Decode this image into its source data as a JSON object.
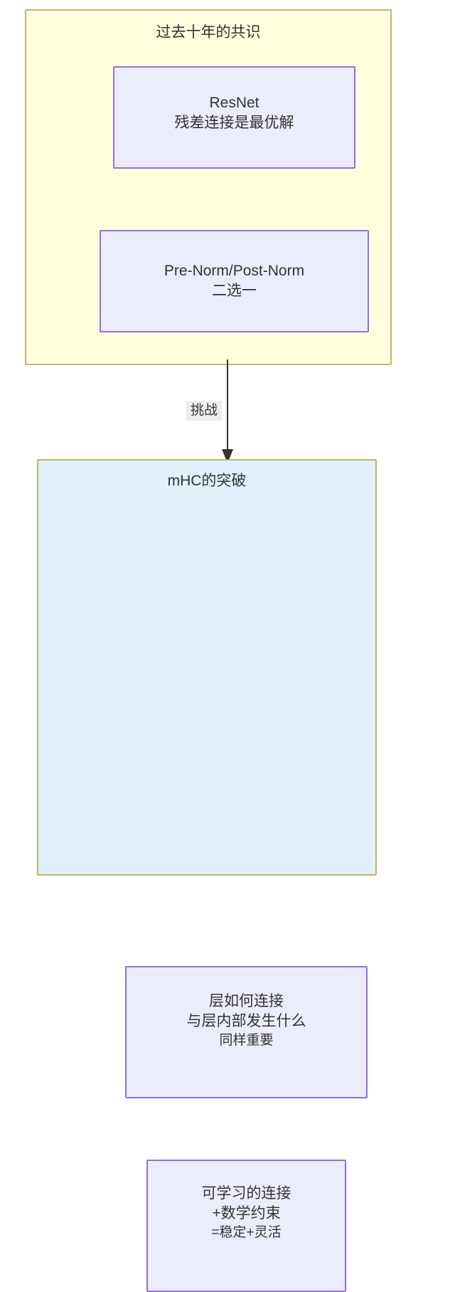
{
  "diagram": {
    "type": "flowchart",
    "direction": "top-to-bottom",
    "panels": [
      {
        "id": "consensus",
        "title": "过去十年的共识",
        "fill": "#ffffde",
        "stroke": "#bdb76b",
        "nodes": [
          {
            "id": "resnet",
            "lines": [
              "ResNet",
              "残差连接是最优解"
            ]
          },
          {
            "id": "prenorm",
            "lines": [
              "Pre-Norm/Post-Norm",
              "二选一"
            ]
          }
        ]
      },
      {
        "id": "breakthrough",
        "title": "mHC的突破",
        "fill": "#e3f0fb",
        "stroke": "#bdb76b",
        "nodes": [
          {
            "id": "layers",
            "lines": [
              "层如何连接",
              "与层内部发生什么",
              "同样重要"
            ]
          },
          {
            "id": "learnable",
            "lines": [
              "可学习的连接",
              "+数学约束",
              "=稳定+灵活"
            ]
          }
        ]
      }
    ],
    "edges": [
      {
        "id": "challenge",
        "from": "consensus",
        "to": "breakthrough",
        "label": "挑战",
        "stroke": "#333333"
      }
    ],
    "colors": {
      "node_fill": "#ececff",
      "node_stroke": "#9370db",
      "text": "#333333",
      "edge_label_background": "#eeeeee",
      "page_background": "#ffffff"
    }
  }
}
